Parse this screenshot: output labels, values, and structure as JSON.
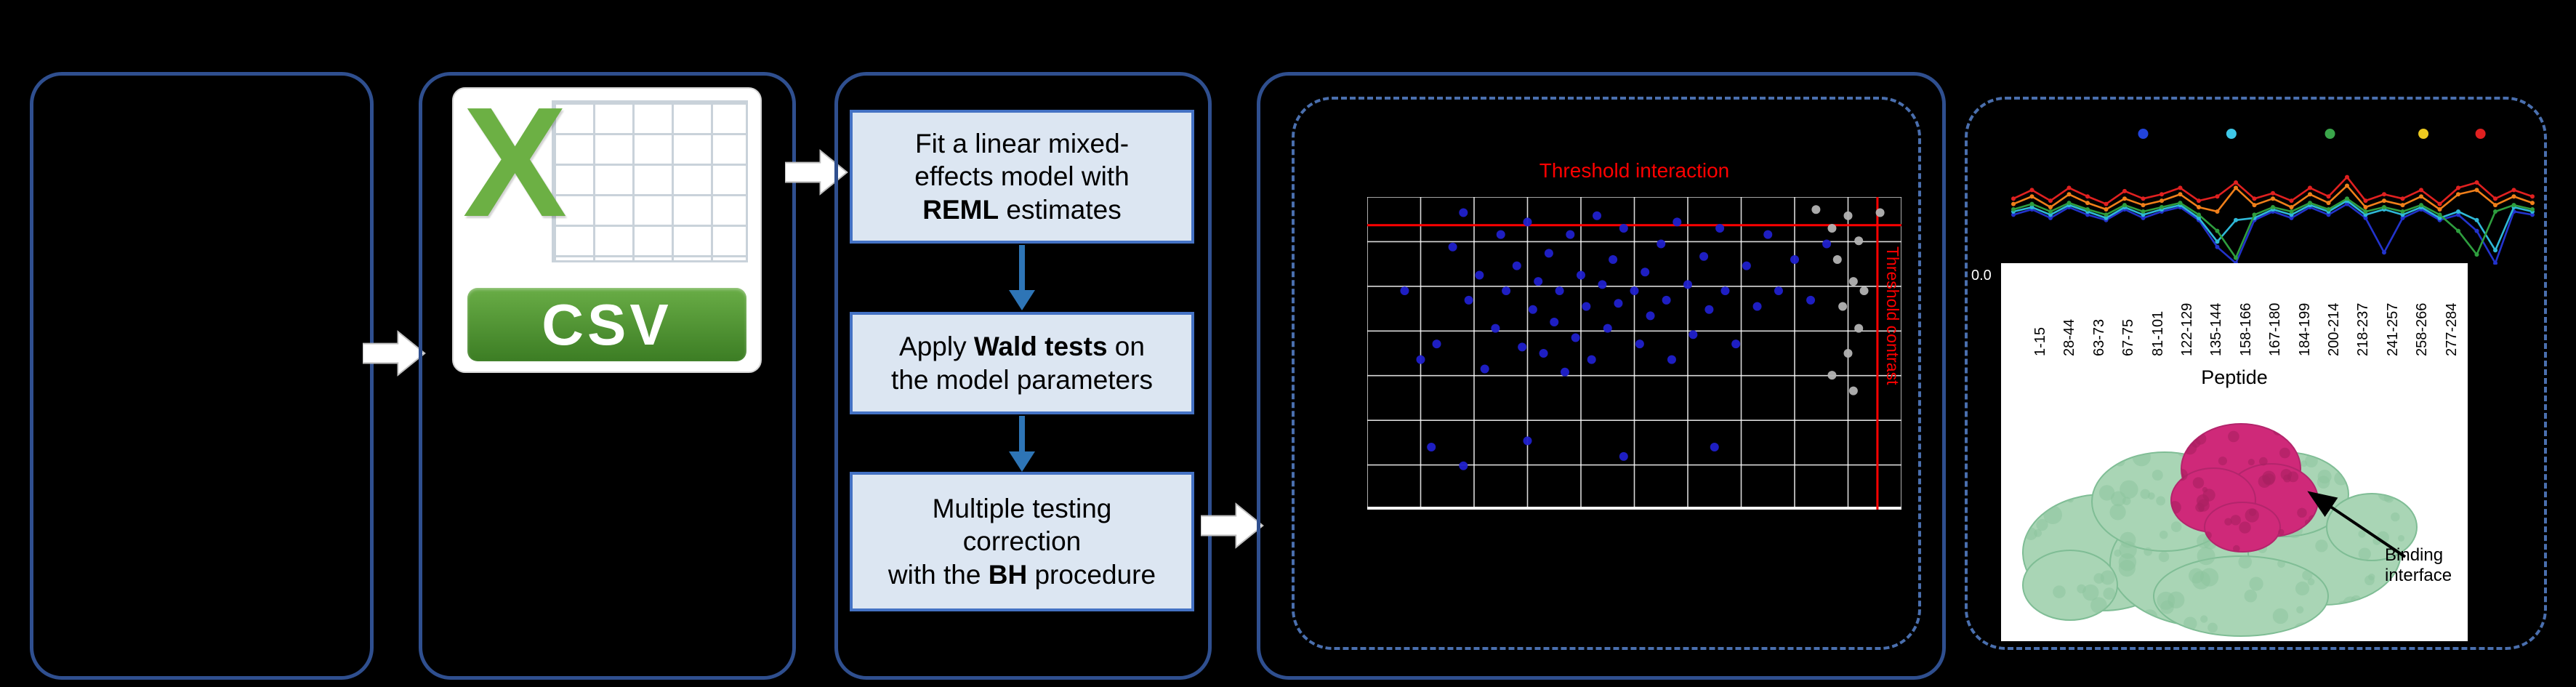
{
  "colors": {
    "background": "#000000",
    "panel_border": "#2f4f8f",
    "dashed_border": "#4a6fae",
    "box_fill": "#dce6f2",
    "box_border": "#4472c4",
    "down_arrow": "#2e75b6",
    "flow_arrow_fill": "#ffffff",
    "flow_arrow_stroke": "#bfbfbf",
    "threshold_red": "#ff0000",
    "grid_line": "#ffffff",
    "csv_green": "#6cb044",
    "csv_banner_top": "#69ad46",
    "csv_banner_bottom": "#3c7d24",
    "protein_green": "#a9d5b5",
    "protein_green_dark": "#8bc49d",
    "protein_pink": "#cf2979",
    "protein_pink_dark": "#a81f61"
  },
  "csv_icon": {
    "letter": "X",
    "label": "CSV"
  },
  "steps": {
    "step1": {
      "parts": [
        "Fit a linear mixed-\neffects model with\n",
        "REML",
        " estimates"
      ]
    },
    "step2": {
      "parts": [
        "Apply ",
        "Wald tests",
        " on\nthe model parameters"
      ]
    },
    "step3": {
      "parts": [
        "Multiple testing\ncorrection\nwith the ",
        "BH",
        " procedure"
      ]
    }
  },
  "chart_data": [
    {
      "type": "scatter",
      "title": "Threshold interaction",
      "right_label": "Threshold contrast",
      "threshold_y": 0.09,
      "threshold_x": 0.955,
      "grid": {
        "cols": 10,
        "rows": 7
      },
      "series": [
        {
          "name": "interaction-points",
          "color": "#2020cc",
          "points": [
            [
              0.07,
              0.3
            ],
            [
              0.1,
              0.52
            ],
            [
              0.13,
              0.47
            ],
            [
              0.16,
              0.16
            ],
            [
              0.18,
              0.05
            ],
            [
              0.19,
              0.33
            ],
            [
              0.21,
              0.25
            ],
            [
              0.22,
              0.55
            ],
            [
              0.24,
              0.42
            ],
            [
              0.25,
              0.12
            ],
            [
              0.26,
              0.3
            ],
            [
              0.28,
              0.22
            ],
            [
              0.29,
              0.48
            ],
            [
              0.3,
              0.08
            ],
            [
              0.31,
              0.36
            ],
            [
              0.32,
              0.27
            ],
            [
              0.33,
              0.5
            ],
            [
              0.34,
              0.18
            ],
            [
              0.35,
              0.4
            ],
            [
              0.36,
              0.3
            ],
            [
              0.37,
              0.56
            ],
            [
              0.38,
              0.12
            ],
            [
              0.39,
              0.45
            ],
            [
              0.4,
              0.25
            ],
            [
              0.41,
              0.35
            ],
            [
              0.42,
              0.52
            ],
            [
              0.43,
              0.06
            ],
            [
              0.44,
              0.28
            ],
            [
              0.45,
              0.42
            ],
            [
              0.46,
              0.2
            ],
            [
              0.47,
              0.34
            ],
            [
              0.48,
              0.1
            ],
            [
              0.5,
              0.3
            ],
            [
              0.51,
              0.47
            ],
            [
              0.52,
              0.24
            ],
            [
              0.53,
              0.38
            ],
            [
              0.55,
              0.15
            ],
            [
              0.56,
              0.33
            ],
            [
              0.57,
              0.52
            ],
            [
              0.58,
              0.08
            ],
            [
              0.6,
              0.28
            ],
            [
              0.61,
              0.44
            ],
            [
              0.63,
              0.19
            ],
            [
              0.64,
              0.36
            ],
            [
              0.66,
              0.1
            ],
            [
              0.67,
              0.3
            ],
            [
              0.69,
              0.47
            ],
            [
              0.71,
              0.22
            ],
            [
              0.73,
              0.35
            ],
            [
              0.75,
              0.12
            ],
            [
              0.77,
              0.3
            ],
            [
              0.8,
              0.2
            ],
            [
              0.83,
              0.33
            ],
            [
              0.86,
              0.15
            ],
            [
              0.12,
              0.8
            ],
            [
              0.18,
              0.86
            ],
            [
              0.3,
              0.78
            ],
            [
              0.48,
              0.83
            ],
            [
              0.65,
              0.8
            ]
          ]
        },
        {
          "name": "contrast-points",
          "color": "#b3b3b3",
          "points": [
            [
              0.84,
              0.04
            ],
            [
              0.87,
              0.1
            ],
            [
              0.9,
              0.06
            ],
            [
              0.92,
              0.14
            ],
            [
              0.88,
              0.2
            ],
            [
              0.91,
              0.27
            ],
            [
              0.89,
              0.35
            ],
            [
              0.92,
              0.42
            ],
            [
              0.9,
              0.5
            ],
            [
              0.87,
              0.57
            ],
            [
              0.91,
              0.62
            ],
            [
              0.93,
              0.3
            ],
            [
              0.96,
              0.05
            ]
          ]
        }
      ]
    },
    {
      "type": "line",
      "ylabel_tick": "0.0",
      "xlabel": "Peptide",
      "peptides": [
        "1-15",
        "28-44",
        "63-73",
        "67-75",
        "81-101",
        "122-129",
        "135-144",
        "158-166",
        "167-180",
        "184-199",
        "200-214",
        "218-237",
        "241-257",
        "258-266",
        "277-284"
      ],
      "legend_dots": [
        {
          "x": 0.25,
          "color": "#2244dd"
        },
        {
          "x": 0.42,
          "color": "#3ec8e8"
        },
        {
          "x": 0.61,
          "color": "#3aa64a"
        },
        {
          "x": 0.79,
          "color": "#ecc920"
        },
        {
          "x": 0.9,
          "color": "#e02020"
        }
      ],
      "series": [
        {
          "name": "blue",
          "color": "#2233cc",
          "values": [
            0.55,
            0.5,
            0.58,
            0.48,
            0.55,
            0.6,
            0.5,
            0.58,
            0.52,
            0.48,
            0.6,
            0.85,
            1.0,
            0.6,
            0.52,
            0.58,
            0.48,
            0.55,
            0.45,
            0.58,
            0.9,
            0.58,
            0.5,
            0.6,
            0.55,
            0.7,
            1.0,
            0.52,
            0.55
          ]
        },
        {
          "name": "cyan",
          "color": "#2fb9d8",
          "values": [
            0.52,
            0.48,
            0.55,
            0.46,
            0.52,
            0.58,
            0.48,
            0.55,
            0.5,
            0.46,
            0.58,
            0.8,
            0.6,
            0.58,
            0.5,
            0.55,
            0.46,
            0.52,
            0.42,
            0.55,
            0.5,
            0.55,
            0.48,
            0.58,
            0.52,
            0.6,
            0.88,
            0.48,
            0.52
          ]
        },
        {
          "name": "green",
          "color": "#2e9e3e",
          "values": [
            0.5,
            0.45,
            0.52,
            0.44,
            0.5,
            0.55,
            0.46,
            0.52,
            0.48,
            0.44,
            0.55,
            0.7,
            0.95,
            0.55,
            0.48,
            0.52,
            0.44,
            0.5,
            0.4,
            0.52,
            0.48,
            0.52,
            0.46,
            0.55,
            0.7,
            0.92,
            0.52,
            0.46,
            0.5
          ]
        },
        {
          "name": "orange",
          "color": "#f07f1a",
          "values": [
            0.45,
            0.38,
            0.48,
            0.36,
            0.44,
            0.5,
            0.4,
            0.46,
            0.42,
            0.36,
            0.48,
            0.52,
            0.3,
            0.46,
            0.4,
            0.48,
            0.36,
            0.44,
            0.28,
            0.48,
            0.42,
            0.46,
            0.38,
            0.5,
            0.36,
            0.32,
            0.46,
            0.38,
            0.44
          ]
        },
        {
          "name": "red",
          "color": "#e02020",
          "values": [
            0.4,
            0.32,
            0.42,
            0.3,
            0.38,
            0.45,
            0.33,
            0.4,
            0.36,
            0.3,
            0.42,
            0.38,
            0.25,
            0.4,
            0.35,
            0.42,
            0.3,
            0.38,
            0.2,
            0.42,
            0.36,
            0.4,
            0.32,
            0.45,
            0.3,
            0.25,
            0.4,
            0.32,
            0.38
          ]
        }
      ]
    }
  ],
  "protein": {
    "binding_label": "Binding\ninterface"
  }
}
